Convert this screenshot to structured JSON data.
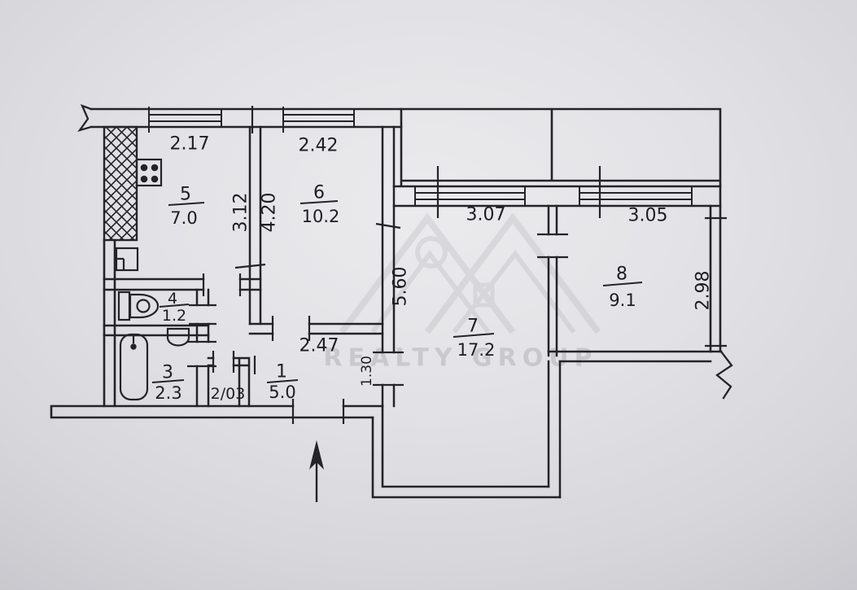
{
  "document": {
    "kind": "apartment floor plan drawing"
  },
  "watermark": {
    "text": "REALTY GROUP"
  },
  "rooms": {
    "r1": {
      "number": "1",
      "area": "5.0"
    },
    "r2": {
      "number": "2",
      "label": "2/03"
    },
    "r3": {
      "number": "3",
      "area": "2.3"
    },
    "r4": {
      "number": "4",
      "area": "1.2"
    },
    "r5": {
      "number": "5",
      "area": "7.0"
    },
    "r6": {
      "number": "6",
      "area": "10.2"
    },
    "r7": {
      "number": "7",
      "area": "17.2"
    },
    "r8": {
      "number": "8",
      "area": "9.1"
    }
  },
  "dimensions": {
    "kitchen_width": "2.17",
    "room6_width": "2.42",
    "room7_width": "3.07",
    "room8_width": "3.05",
    "kitchen_depth": "3.12",
    "room6_depth": "4.20",
    "room7_depth": "5.60",
    "room8_depth": "2.98",
    "hallway_width": "2.47",
    "room7_door_width": "1.30"
  },
  "colors": {
    "paper": "#dcdcdf",
    "ink": "#232328",
    "watermark": "#73737f"
  }
}
